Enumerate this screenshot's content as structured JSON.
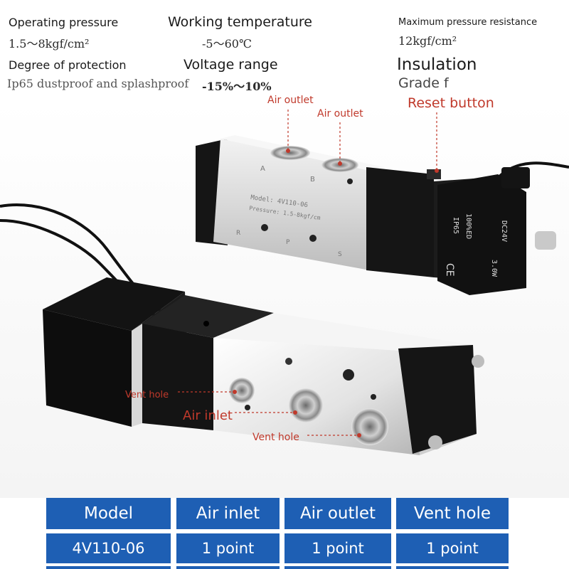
{
  "specs": {
    "operating_pressure_label": "Operating pressure",
    "operating_pressure_value": "1.5～8kgf/cm²",
    "working_temperature_label": "Working temperature",
    "working_temperature_value": "-5～60℃",
    "max_pressure_label": "Maximum pressure resistance",
    "max_pressure_value": "12kgf/cm²",
    "protection_label": "Degree of protection",
    "protection_value": "Ip65 dustproof and splashproof",
    "voltage_label": "Voltage range",
    "voltage_value": "-15%～10%",
    "insulation_label": "Insulation",
    "insulation_value": "Grade f"
  },
  "annotations": {
    "air_outlet_a": "Air outlet",
    "air_outlet_b": "Air outlet",
    "reset_button": "Reset button",
    "vent_hole_left": "Vent hole",
    "air_inlet": "Air inlet",
    "vent_hole_right": "Vent hole"
  },
  "valve_markings": {
    "port_a": "A",
    "port_b": "B",
    "port_r": "R",
    "port_p": "P",
    "port_s": "S",
    "model_plate": "Model: 4V110-06",
    "pressure_plate": "Pressure: 1.5-8kgf/cm",
    "coil_dc": "DC24V",
    "coil_watt": "3.0W",
    "coil_ed": "100%ED",
    "coil_ip": "IP65",
    "coil_ce": "CE"
  },
  "table": {
    "headers": [
      "Model",
      "Air inlet",
      "Air outlet",
      "Vent hole"
    ],
    "row": [
      "4V110-06",
      "1 point",
      "1 point",
      "1 point"
    ]
  },
  "colors": {
    "table_blue": "#1e5fb4",
    "annotation_red": "#c0392b"
  }
}
